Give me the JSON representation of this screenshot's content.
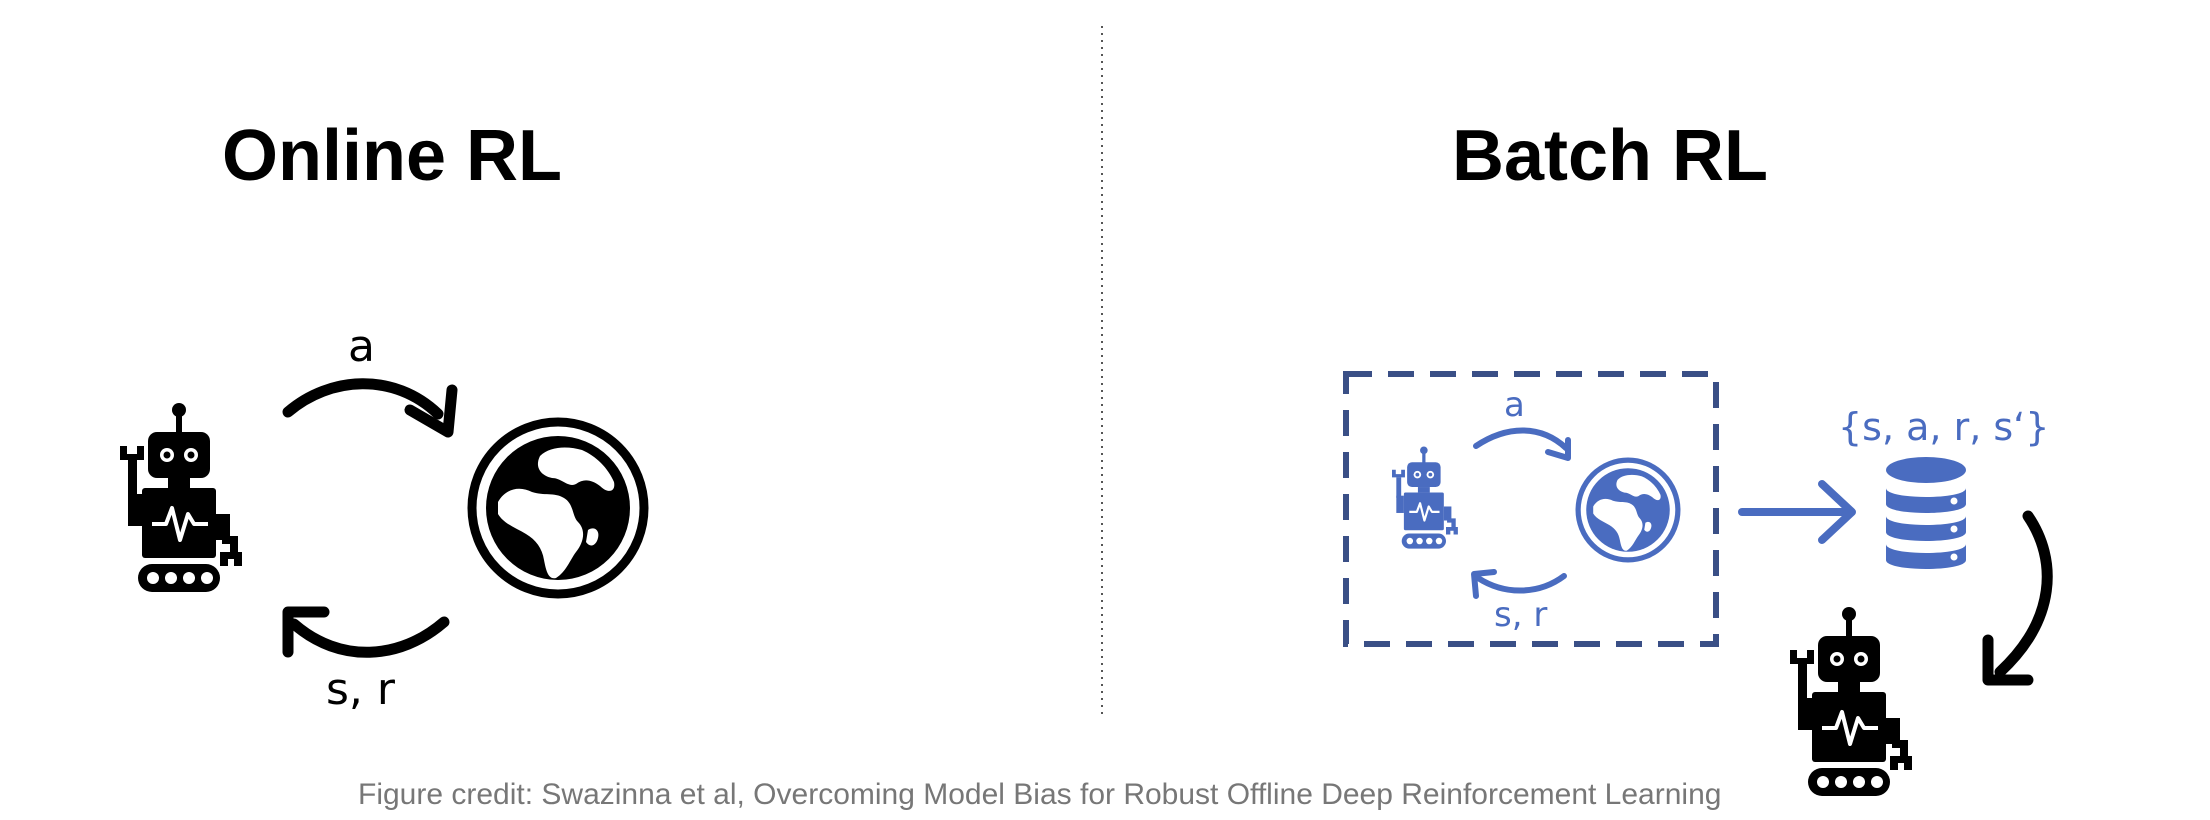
{
  "titles": {
    "online": "Online RL",
    "batch": "Batch RL"
  },
  "online": {
    "action_label": "a",
    "feedback_label": "s, r"
  },
  "batch": {
    "action_label": "a",
    "feedback_label": "s, r",
    "dataset_label": "{s, a, r, s‘}"
  },
  "caption": "Figure credit: Swazinna et al, Overcoming Model Bias for Robust Offline Deep Reinforcement Learning",
  "colors": {
    "primary": "#000000",
    "accent": "#4a6cc0",
    "box_border": "#3a4f86",
    "caption": "#777777"
  },
  "icons": [
    "robot-icon",
    "globe-icon",
    "database-icon",
    "arrow-icon"
  ]
}
